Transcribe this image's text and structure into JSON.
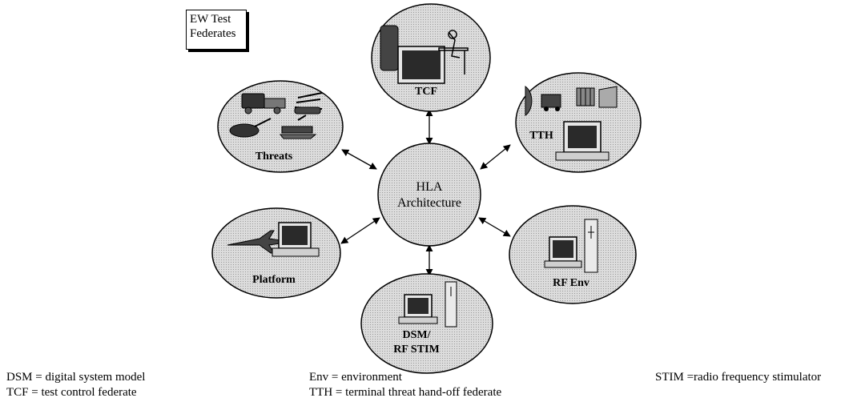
{
  "title_box": {
    "line1": "EW Test",
    "line2": "Federates"
  },
  "hub": {
    "line1": "HLA",
    "line2": "Architecture"
  },
  "nodes": {
    "tcf": "TCF",
    "tth": "TTH",
    "threats": "Threats",
    "platform": "Platform",
    "rf_env": "RF Env",
    "dsm_line1": "DSM/",
    "dsm_line2": "RF STIM"
  },
  "legend": {
    "col1": [
      "DSM = digital system model",
      "TCF = test control federate"
    ],
    "col2": [
      "Env = environment",
      "TTH = terminal threat hand-off federate"
    ],
    "col3": [
      "STIM =radio frequency stimulator"
    ]
  },
  "colors": {
    "ellipse_fill": "#d4d4d4",
    "stroke": "#000000",
    "monitor_screen": "#2a2a2a"
  }
}
